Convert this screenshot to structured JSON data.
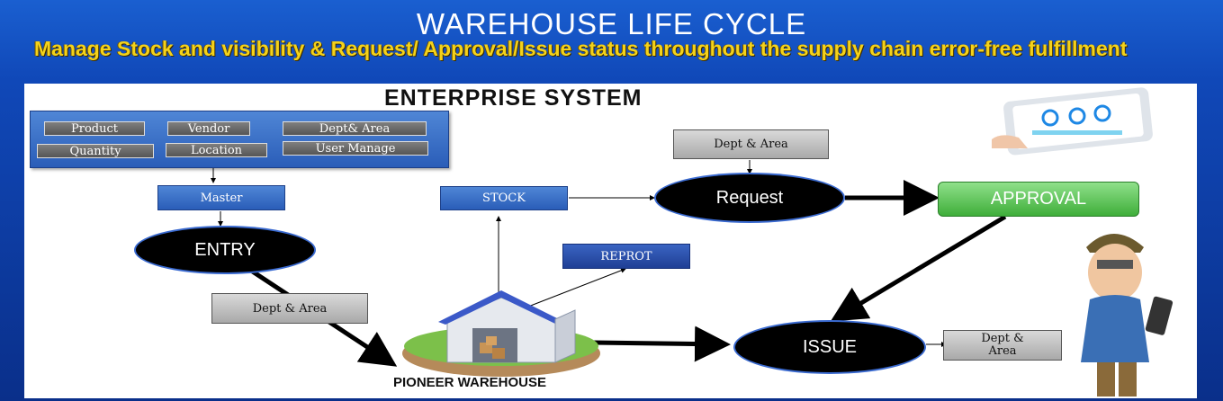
{
  "header": {
    "title": "WAREHOUSE LIFE CYCLE",
    "subtitle": "Manage Stock and visibility & Request/ Approval/Issue status throughout the supply chain error-free fulfillment"
  },
  "diagram": {
    "heading": "ENTERPRISE  SYSTEM",
    "master_fields": [
      "Product",
      "Vendor",
      "Dept& Area",
      "Quantity",
      "Location",
      "User Manage"
    ],
    "nodes": {
      "master": "Master",
      "entry": "ENTRY",
      "dept_area_1": "Dept & Area",
      "stock": "STOCK",
      "report": "REPROT",
      "dept_area_2": "Dept & Area",
      "request": "Request",
      "approval": "APPROVAL",
      "issue": "ISSUE",
      "dept_area_3": "Dept & Area",
      "warehouse": "PIONEER WAREHOUSE"
    },
    "colors": {
      "blue": "#2a5db8",
      "green": "#3fae3a",
      "title_yellow": "#f4d21a"
    }
  }
}
